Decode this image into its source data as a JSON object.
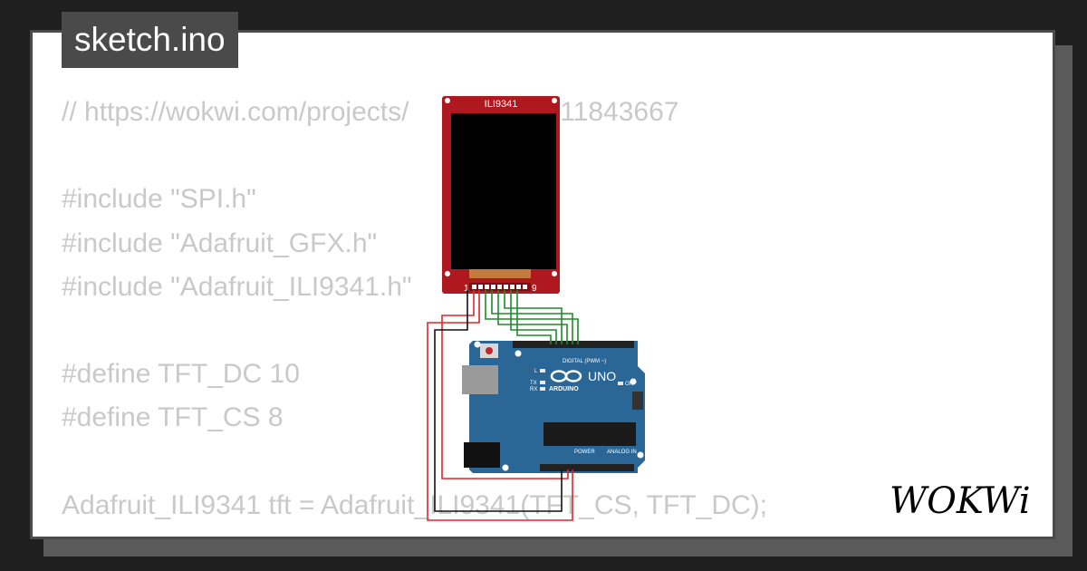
{
  "file_tab": {
    "label": "sketch.ino"
  },
  "code_lines": [
    "// https://wokwi.com/projects/          9236211843667",
    "",
    "#include \"SPI.h\"",
    "#include \"Adafruit_GFX.h\"",
    "#include \"Adafruit_ILI9341.h\"",
    "",
    "#define TFT_DC 10",
    "#define TFT_CS 8",
    "",
    "Adafruit_ILI9341 tft = Adafruit_ILI9341(TFT_CS, TFT_DC);"
  ],
  "display": {
    "label": "ILI9341",
    "pin_first": "1",
    "pin_last": "9"
  },
  "board": {
    "brand": "ARDUINO",
    "model": "UNO",
    "on_label": "ON",
    "digital_label": "DIGITAL (PWM ~)",
    "power_label": "POWER",
    "analog_label": "ANALOG IN",
    "led_labels": [
      "L",
      "TX",
      "RX"
    ]
  },
  "logo": {
    "text": "WOKWi"
  },
  "colors": {
    "board_blue": "#2b6796",
    "display_red": "#b01820",
    "wire_red": "#e0262b",
    "wire_green": "#1f8a2a",
    "wire_black": "#111111",
    "code_gray": "#c9c9c9"
  }
}
